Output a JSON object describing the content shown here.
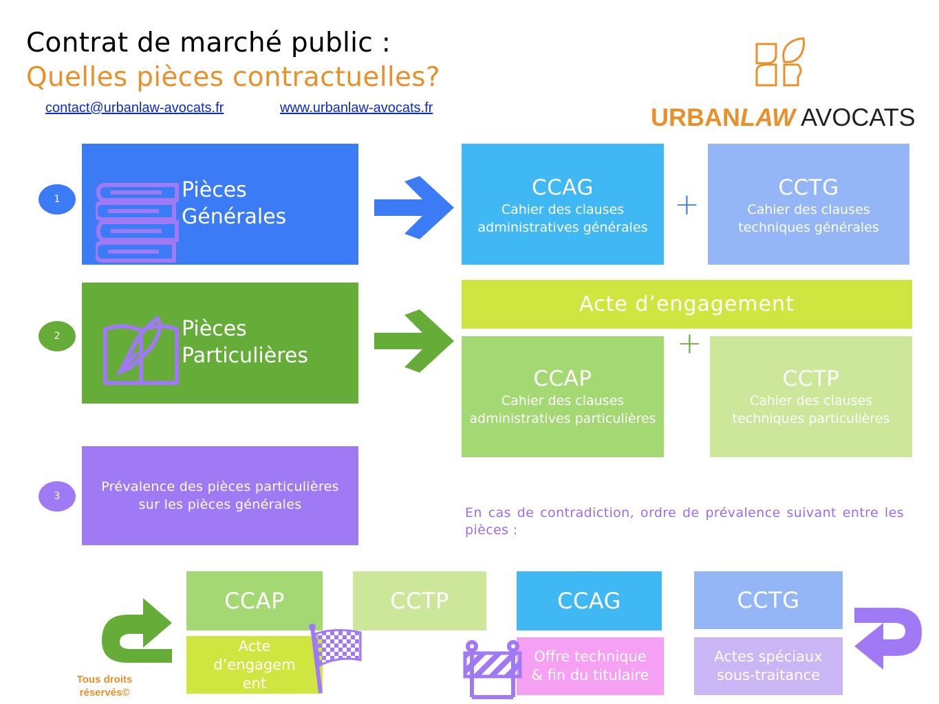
{
  "header": {
    "title_line1": "Contrat de marché public :",
    "title_line2": "Quelles pièces contractuelles?",
    "email": "contact@urbanlaw-avocats.fr",
    "website": "www.urbanlaw-avocats.fr"
  },
  "logo": {
    "word1": "URBAN",
    "word2": "LAW",
    "word3": " AVOCATS",
    "icon": "leaf-logo-icon"
  },
  "steps": [
    {
      "number": "1",
      "label_line1": "Pièces",
      "label_line2": "Générales",
      "icon": "books-icon",
      "color": "#3b7bf5"
    },
    {
      "number": "2",
      "label_line1": "Pièces",
      "label_line2": "Particulières",
      "icon": "book-quill-icon",
      "color": "#66ac38"
    },
    {
      "number": "3",
      "text_line1": "Prévalence des pièces particulières",
      "text_line2": "sur les pièces générales",
      "color": "#a07af5"
    }
  ],
  "general_pieces": {
    "ccag": {
      "abbr": "CCAG",
      "desc_line1": "Cahier des clauses",
      "desc_line2": "administratives générales",
      "color": "#3fb8f3"
    },
    "cctg": {
      "abbr": "CCTG",
      "desc_line1": "Cahier des clauses",
      "desc_line2": "techniques générales",
      "color": "#94b6f7"
    },
    "plus": "+"
  },
  "particular_pieces": {
    "acte": {
      "label": "Acte d’engagement",
      "color": "#cfe540"
    },
    "ccap": {
      "abbr": "CCAP",
      "desc_line1": "Cahier des clauses",
      "desc_line2": "administratives particulières",
      "color": "#a3d873"
    },
    "cctp": {
      "abbr": "CCTP",
      "desc_line1": "Cahier des clauses",
      "desc_line2": "techniques particulières",
      "color": "#cde79a"
    },
    "plus": "+"
  },
  "note": "En cas de contradiction, ordre de prévalence suivant entre les pièces :",
  "order": {
    "ccap": "CCAP",
    "cctp": "CCTP",
    "ccag": "CCAG",
    "cctg": "CCTG",
    "acte_line1": "Acte",
    "acte_line2": "d’engagem",
    "acte_line3": "ent",
    "offre_line1": "Offre technique",
    "offre_line2": "& fin du titulaire",
    "actes_line1": "Actes spéciaux",
    "actes_line2": "sous-traitance"
  },
  "rights_line1": "Tous droits",
  "rights_line2": "réservés©",
  "colors": {
    "orange": "#e8912b",
    "purple": "#a07af5",
    "green": "#66ac38",
    "blue": "#3b7bf5",
    "pink": "#f5a0f3",
    "lavender": "#cbb6f5"
  }
}
